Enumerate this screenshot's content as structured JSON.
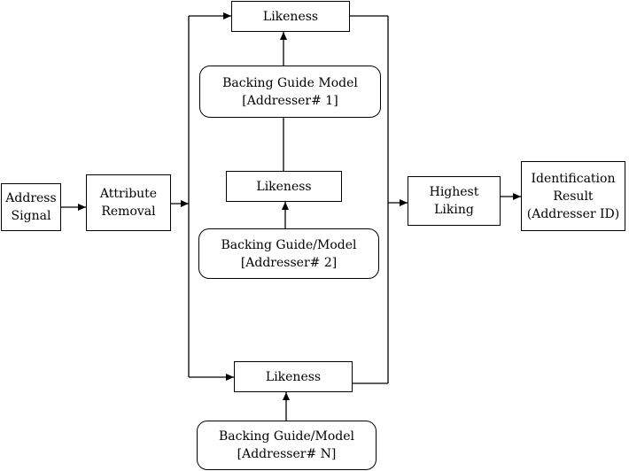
{
  "diagram": {
    "address_signal": {
      "line1": "Address",
      "line2": "Signal"
    },
    "attribute_removal": {
      "line1": "Attribute",
      "line2": "Removal"
    },
    "model_1": {
      "line1": "Backing Guide Model",
      "line2": "[Addresser# 1]"
    },
    "likeness_1": "Likeness",
    "model_2": {
      "line1": "Backing Guide/Model",
      "line2": "[Addresser# 2]"
    },
    "likeness_2": "Likeness",
    "model_n": {
      "line1": "Backing Guide/Model",
      "line2": "[Addresser# N]"
    },
    "likeness_n": "Likeness",
    "highest_liking": {
      "line1": "Highest",
      "line2": "Liking"
    },
    "identification_result": {
      "line1": "Identification",
      "line2": "Result",
      "line3": "(Addresser ID)"
    }
  }
}
